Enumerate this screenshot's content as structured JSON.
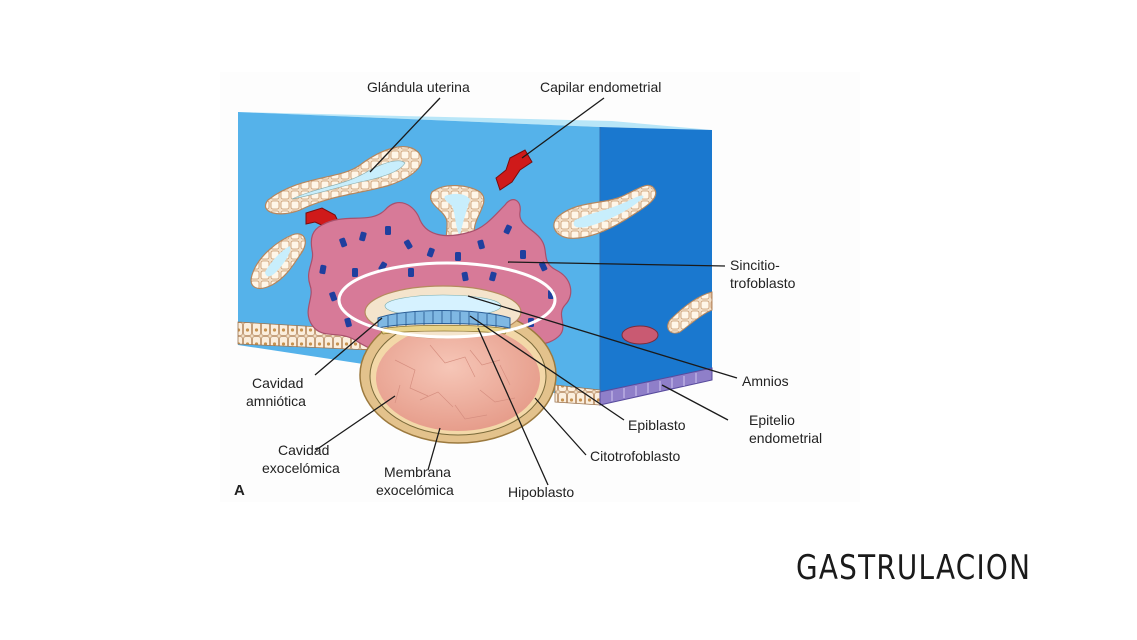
{
  "slide": {
    "title": "GASTRULACION"
  },
  "diagram": {
    "panel_letter": "A",
    "labels": {
      "glandula": "Glándula uterina",
      "capilar": "Capilar endometrial",
      "sincitio_1": "Sincitio-",
      "sincitio_2": "trofoblasto",
      "amnios": "Amnios",
      "cavidad_amn_1": "Cavidad",
      "cavidad_amn_2": "amniótica",
      "epitelio_1": "Epitelio",
      "epitelio_2": "endometrial",
      "epiblasto": "Epiblasto",
      "cavidad_exo_1": "Cavidad",
      "cavidad_exo_2": "exocelómica",
      "citotrofoblasto": "Citotrofoblasto",
      "membrana_1": "Membrana",
      "membrana_2": "exocelómica",
      "hipoblasto": "Hipoblasto"
    },
    "colors": {
      "front_face": "#55b2ea",
      "side_face": "#1a78cf",
      "top_face": "#b8e6f8",
      "syncytio": "#d77a98",
      "capillary": "#cf1a1a",
      "nuclei": "#1f3f9e",
      "yolk_sac": "#f2b3a3",
      "highlight": "#ffffff"
    }
  }
}
